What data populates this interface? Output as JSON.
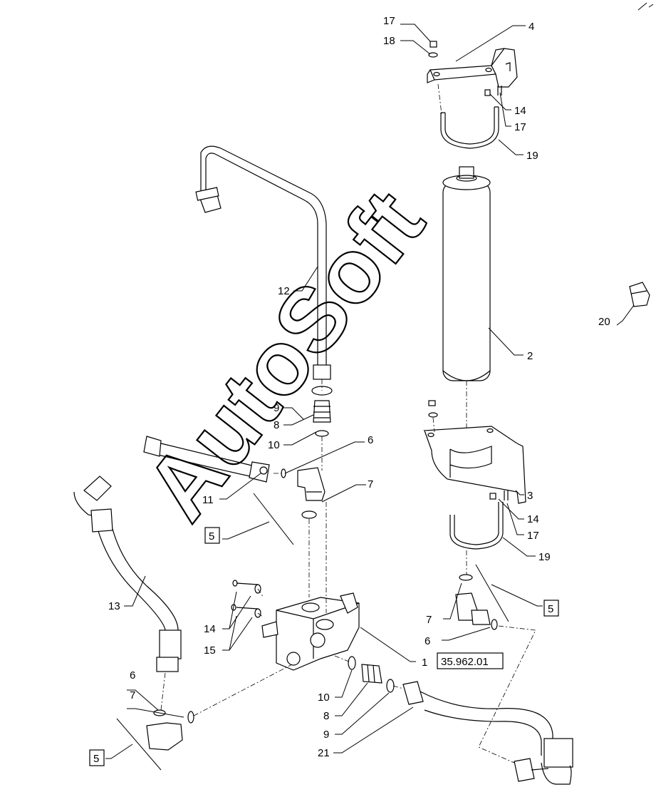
{
  "watermark": "AutoSoft",
  "callouts": [
    {
      "id": "c17a",
      "text": "17"
    },
    {
      "id": "c18",
      "text": "18"
    },
    {
      "id": "c4",
      "text": "4"
    },
    {
      "id": "c14a",
      "text": "14"
    },
    {
      "id": "c17b",
      "text": "17"
    },
    {
      "id": "c19a",
      "text": "19"
    },
    {
      "id": "c20",
      "text": "20"
    },
    {
      "id": "c12",
      "text": "12"
    },
    {
      "id": "c2",
      "text": "2"
    },
    {
      "id": "c9a",
      "text": "9"
    },
    {
      "id": "c8a",
      "text": "8"
    },
    {
      "id": "c10a",
      "text": "10"
    },
    {
      "id": "c6a",
      "text": "6"
    },
    {
      "id": "c11",
      "text": "11"
    },
    {
      "id": "c7a",
      "text": "7"
    },
    {
      "id": "c3",
      "text": "3"
    },
    {
      "id": "c14b",
      "text": "14"
    },
    {
      "id": "c17c",
      "text": "17"
    },
    {
      "id": "c19b",
      "text": "19"
    },
    {
      "id": "c13",
      "text": "13"
    },
    {
      "id": "c14c",
      "text": "14"
    },
    {
      "id": "c15",
      "text": "15"
    },
    {
      "id": "c1",
      "text": "1"
    },
    {
      "id": "c7b",
      "text": "7"
    },
    {
      "id": "c6b",
      "text": "6"
    },
    {
      "id": "c6c",
      "text": "6"
    },
    {
      "id": "c7c",
      "text": "7"
    },
    {
      "id": "c10b",
      "text": "10"
    },
    {
      "id": "c8b",
      "text": "8"
    },
    {
      "id": "c9b",
      "text": "9"
    },
    {
      "id": "c21",
      "text": "21"
    }
  ],
  "boxed_refs": [
    {
      "id": "b5a",
      "text": "5"
    },
    {
      "id": "b5b",
      "text": "5"
    },
    {
      "id": "b5c",
      "text": "5"
    },
    {
      "id": "b35",
      "text": "35.962.01"
    }
  ]
}
